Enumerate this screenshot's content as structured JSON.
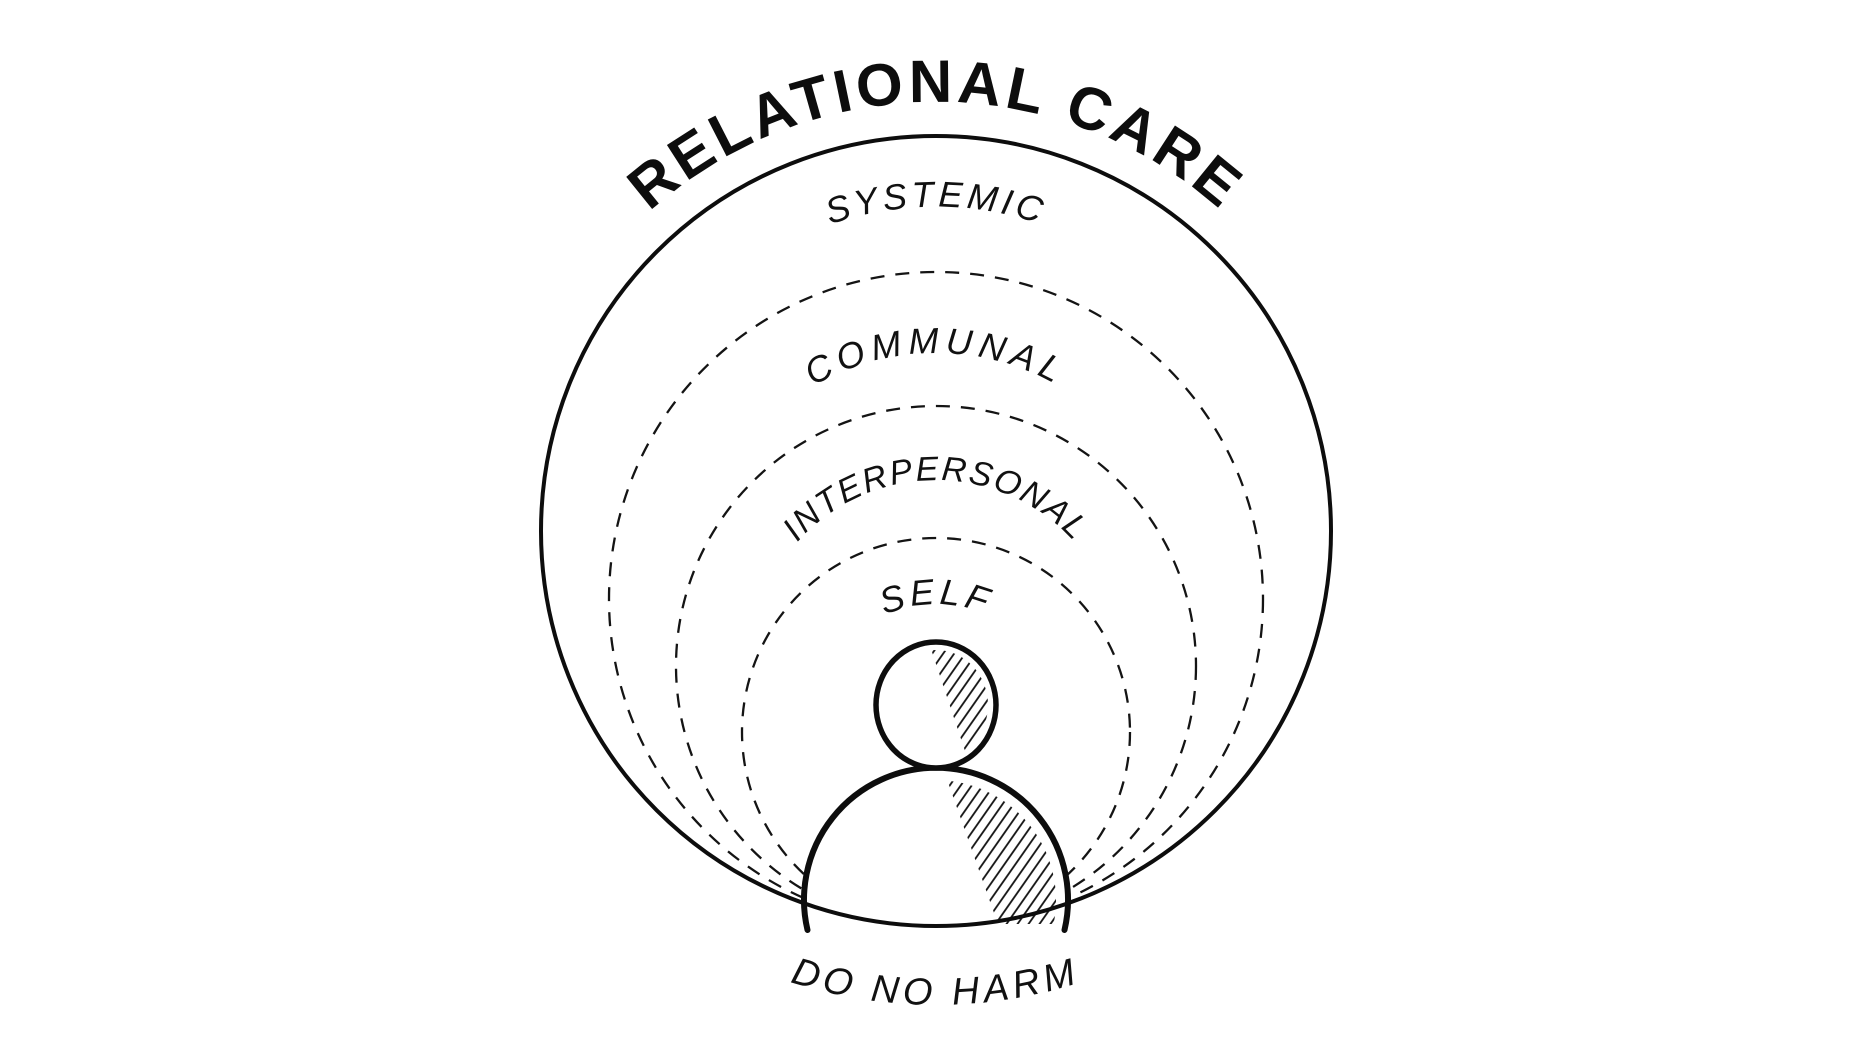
{
  "diagram": {
    "title": "RELATIONAL CARE",
    "rings": [
      {
        "id": "systemic",
        "label": "SYSTEMIC",
        "outline": "solid"
      },
      {
        "id": "communal",
        "label": "COMMUNAL",
        "outline": "dashed"
      },
      {
        "id": "interpersonal",
        "label": "INTERPERSONAL",
        "outline": "dashed"
      },
      {
        "id": "self",
        "label": "SELF",
        "outline": "dashed"
      }
    ],
    "footer": "DO NO HARM",
    "icons": [
      {
        "name": "person-icon",
        "description": "hatched person figure at center bottom"
      }
    ],
    "colors": {
      "ink": "#111111",
      "background": "#ffffff"
    }
  }
}
